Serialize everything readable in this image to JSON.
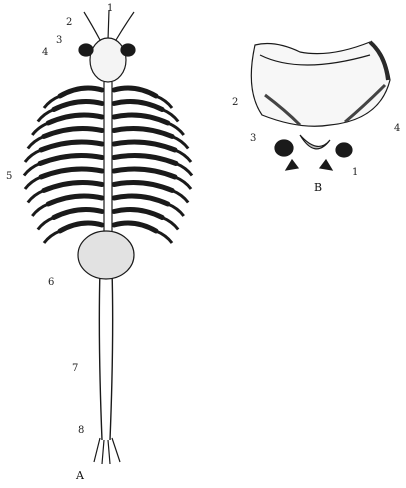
{
  "figure": {
    "panel_a": {
      "letter": "A",
      "labels": [
        "1",
        "2",
        "3",
        "4",
        "5",
        "6",
        "7",
        "8"
      ]
    },
    "panel_b": {
      "letter": "B",
      "labels": [
        "1",
        "2",
        "3",
        "4"
      ]
    }
  },
  "colors": {
    "ink": "#1a1a1a",
    "paper": "#ffffff",
    "shade": "#555555"
  }
}
